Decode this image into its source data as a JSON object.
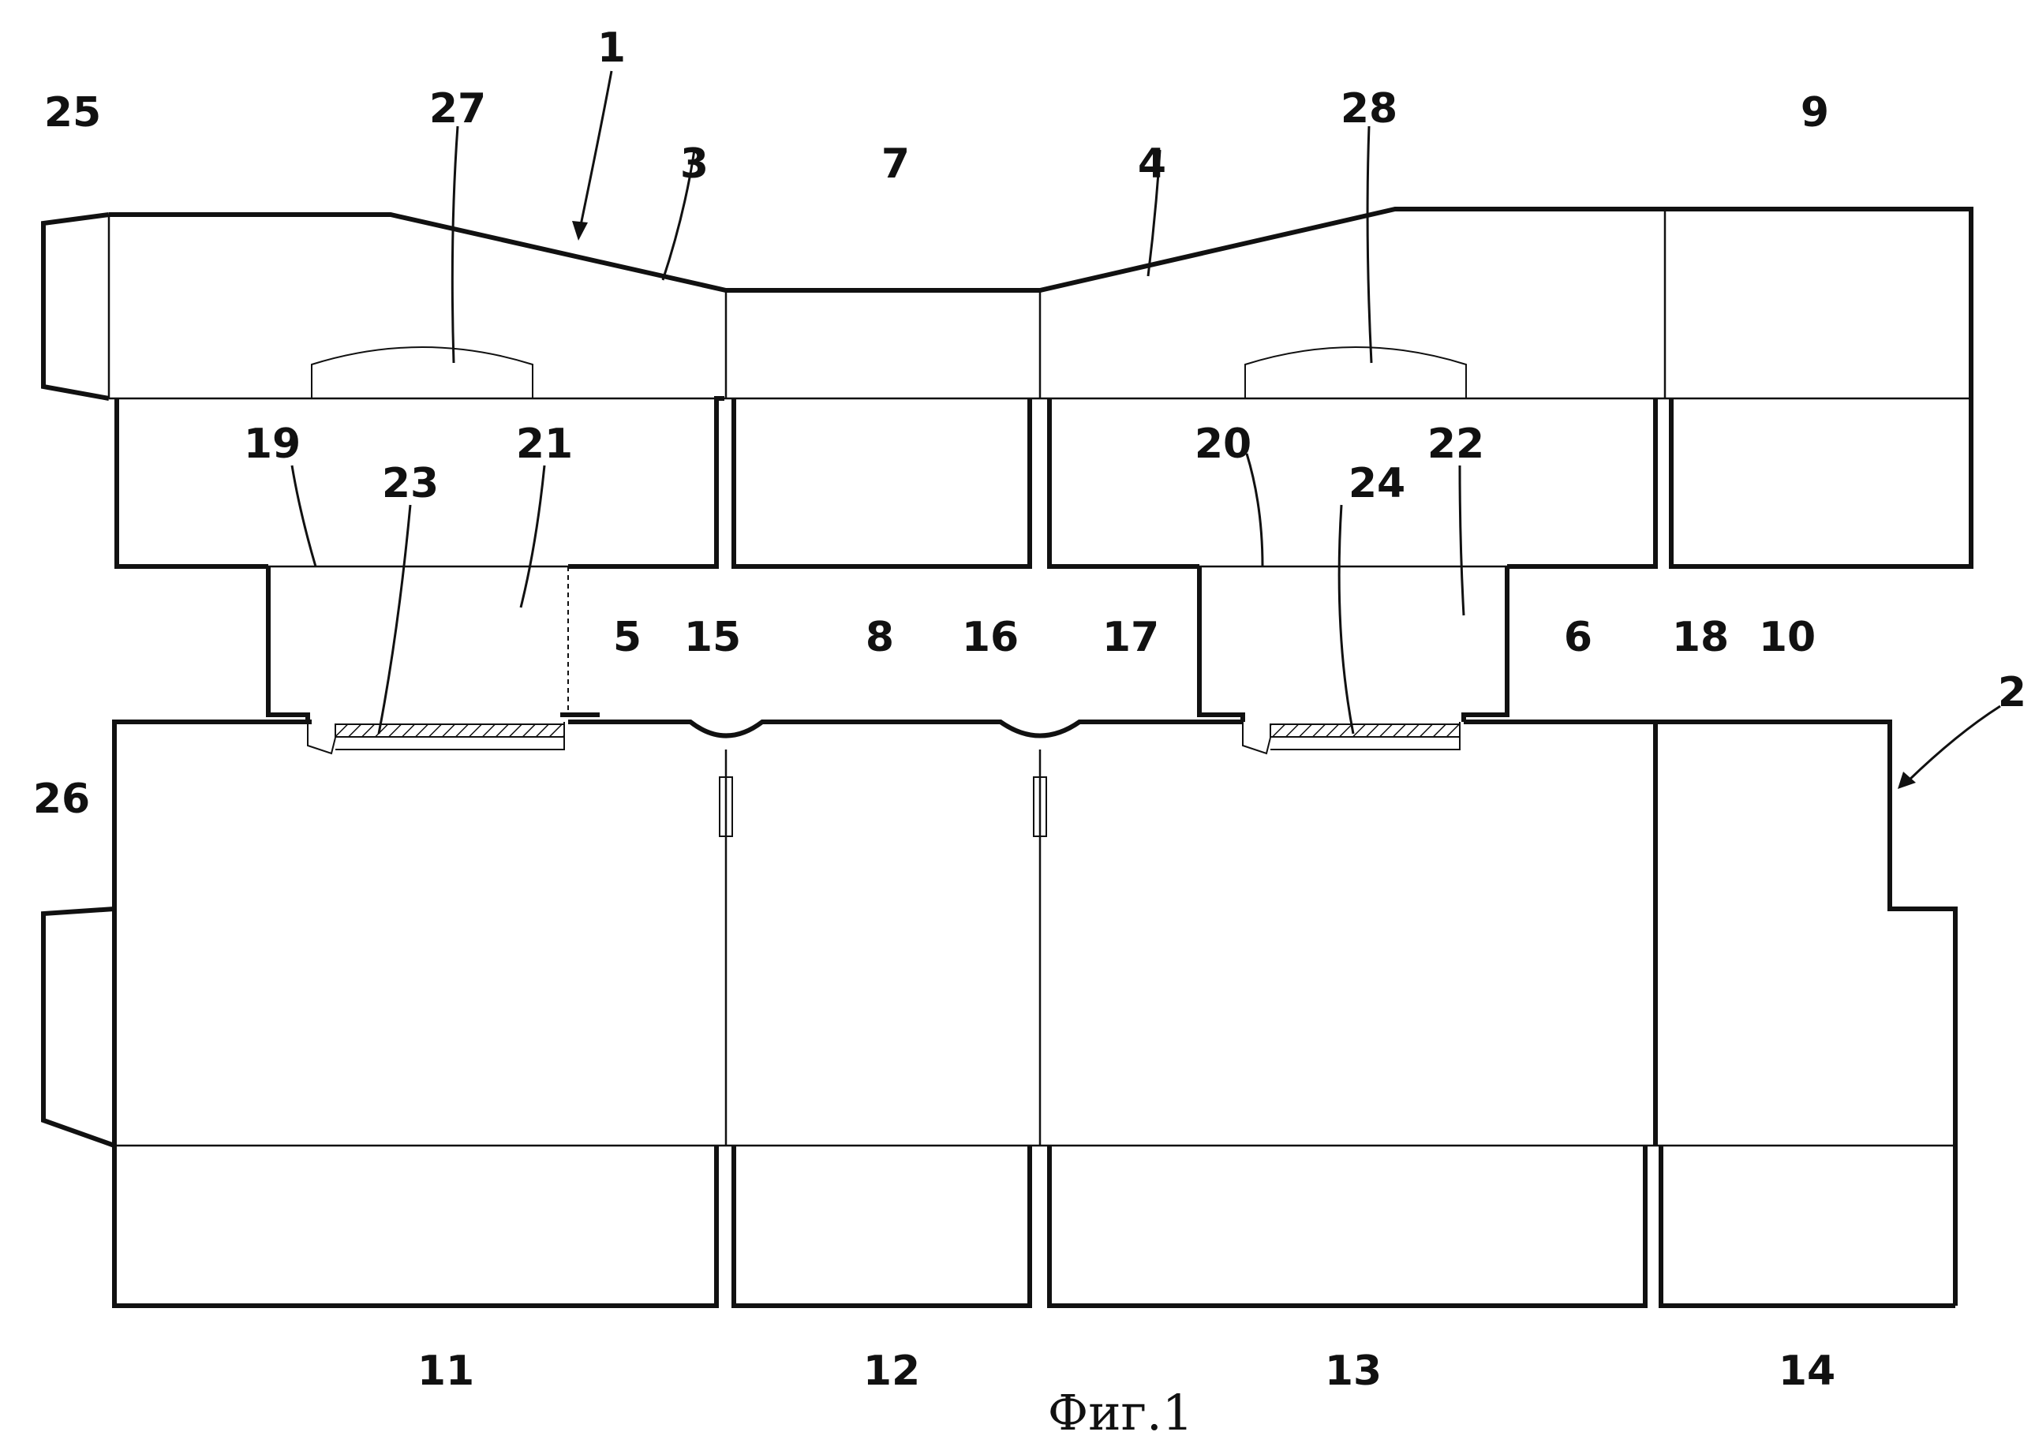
{
  "figure": {
    "caption": "Фиг.1",
    "reference_numerals": [
      "1",
      "2",
      "3",
      "4",
      "5",
      "6",
      "7",
      "8",
      "9",
      "10",
      "11",
      "12",
      "13",
      "14",
      "15",
      "16",
      "17",
      "18",
      "19",
      "20",
      "21",
      "22",
      "23",
      "24",
      "25",
      "26",
      "27",
      "28"
    ]
  },
  "labels": {
    "n1": "1",
    "n2": "2",
    "n3": "3",
    "n4": "4",
    "n5": "5",
    "n6": "6",
    "n7": "7",
    "n8": "8",
    "n9": "9",
    "n10": "10",
    "n11": "11",
    "n12": "12",
    "n13": "13",
    "n14": "14",
    "n15": "15",
    "n16": "16",
    "n17": "17",
    "n18": "18",
    "n19": "19",
    "n20": "20",
    "n21": "21",
    "n22": "22",
    "n23": "23",
    "n24": "24",
    "n25": "25",
    "n26": "26",
    "n27": "27",
    "n28": "28"
  }
}
